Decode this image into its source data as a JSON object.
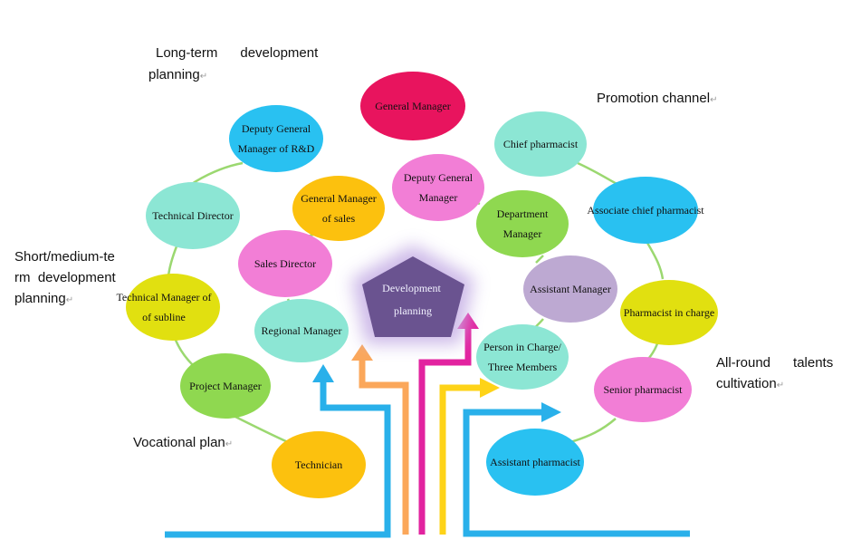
{
  "labels": {
    "long_term_1": "Long-term      development",
    "long_term_2": "planning",
    "short_term_1": "Short/medium-te",
    "short_term_2": "rm  development",
    "short_term_3": "planning",
    "vocational": "Vocational plan",
    "promotion": "Promotion channel",
    "allround_1": "All-round      talents",
    "allround_2": "cultivation"
  },
  "center": {
    "line1": "Development",
    "line2": "planning",
    "color": "#6a5390"
  },
  "nodes": {
    "general_manager": {
      "lines": [
        "General Manager"
      ],
      "color": "#e8145e"
    },
    "deputy_gm_rd": {
      "lines": [
        "Deputy General",
        "Manager of R&D"
      ],
      "color": "#29c1f1"
    },
    "technical_director": {
      "lines": [
        "Technical Director"
      ],
      "color": "#8ce6d4"
    },
    "technical_manager_subline": {
      "lines": [
        "Technical Manager of",
        "of subline"
      ],
      "color": "#e1e010"
    },
    "project_manager": {
      "lines": [
        "Project Manager"
      ],
      "color": "#8fd850"
    },
    "technician": {
      "lines": [
        "Technician"
      ],
      "color": "#fcc10e"
    },
    "gm_sales": {
      "lines": [
        "General Manager",
        "of sales"
      ],
      "color": "#fcc10e"
    },
    "sales_director": {
      "lines": [
        "Sales Director"
      ],
      "color": "#f27ed6"
    },
    "regional_manager": {
      "lines": [
        "Regional Manager"
      ],
      "color": "#8ce6d4"
    },
    "deputy_gm": {
      "lines": [
        "Deputy General",
        "Manager"
      ],
      "color": "#f27ed6"
    },
    "department_manager": {
      "lines": [
        "Department",
        "Manager"
      ],
      "color": "#8fd850"
    },
    "assistant_manager": {
      "lines": [
        "Assistant Manager"
      ],
      "color": "#bda9d2"
    },
    "person_in_charge": {
      "lines": [
        "Person in Charge/",
        "Three Members"
      ],
      "color": "#8ce6d4"
    },
    "chief_pharmacist": {
      "lines": [
        "Chief pharmacist"
      ],
      "color": "#8ce6d4"
    },
    "associate_chief_pharmacist": {
      "lines": [
        "Associate chief pharmacist"
      ],
      "color": "#29c1f1"
    },
    "pharmacist_in_charge": {
      "lines": [
        "Pharmacist in charge"
      ],
      "color": "#e1e010"
    },
    "senior_pharmacist": {
      "lines": [
        "Senior pharmacist"
      ],
      "color": "#f27ed6"
    },
    "assistant_pharmacist": {
      "lines": [
        "Assistant pharmacist"
      ],
      "color": "#29c1f1"
    }
  },
  "colors": {
    "arrow_blue": "#29b0ea",
    "arrow_orange": "#fba75a",
    "arrow_magenta": "#e2239f",
    "arrow_yellow": "#fed318",
    "connector": "#9bd870"
  }
}
